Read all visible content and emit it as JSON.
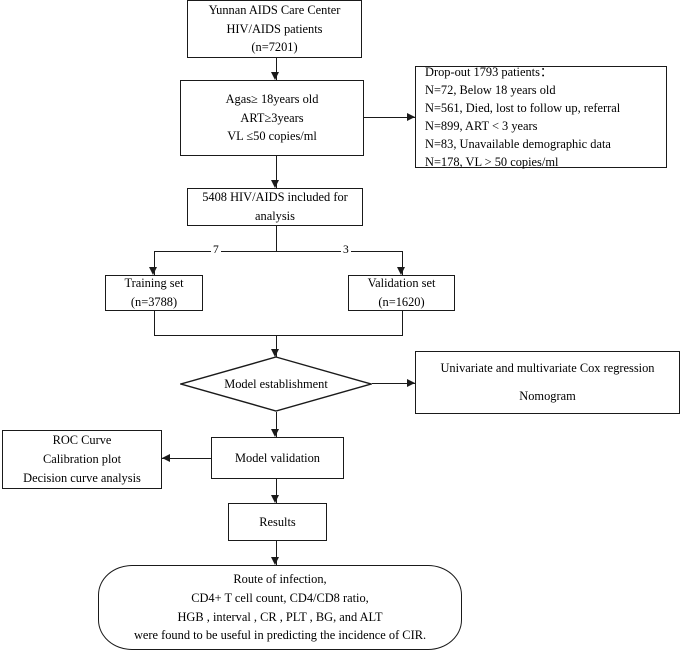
{
  "diagram": {
    "title": "Study flow diagram",
    "nodes": {
      "cohort": {
        "lines": [
          "Yunnan AIDS Care Center",
          "HIV/AIDS patients",
          "(n=7201)"
        ]
      },
      "criteria": {
        "lines": [
          "Agas≥ 18years old",
          "ART≥3years",
          "VL ≤50 copies/ml"
        ]
      },
      "dropout": {
        "lines": [
          "Drop-out 1793  patients：",
          "N=72, Below 18 years old",
          "N=561, Died, lost to follow up,  referral",
          "N=899, ART  < 3 years",
          "N=83, Unavailable demographic data",
          "N=178, VL > 50 copies/ml"
        ]
      },
      "included": {
        "lines": [
          "5408 HIV/AIDS included for",
          "analysis"
        ]
      },
      "training": {
        "lines": [
          "Training set",
          "(n=3788)"
        ]
      },
      "validation": {
        "lines": [
          "Validation set",
          "(n=1620)"
        ]
      },
      "model_establishment": {
        "label": "Model establishment"
      },
      "cox": {
        "lines": [
          "Univariate and multivariate Cox regression",
          "Nomogram"
        ]
      },
      "evaluation": {
        "lines": [
          "ROC Curve",
          "Calibration plot",
          "Decision curve analysis"
        ]
      },
      "model_validation": {
        "lines": [
          "Model validation"
        ]
      },
      "results": {
        "lines": [
          "Results"
        ]
      },
      "conclusion": {
        "lines": [
          "Route of infection,",
          "CD4+ T cell count, CD4/CD8 ratio,",
          "HGB , interval , CR , PLT , BG, and ALT",
          "were found to be useful in predicting the incidence of CIR."
        ]
      }
    },
    "edge_labels": {
      "train_split": "7",
      "validation_split": "3"
    },
    "colors": {
      "stroke": "#1a1a1a",
      "background": "#ffffff",
      "text": "#000000"
    }
  }
}
